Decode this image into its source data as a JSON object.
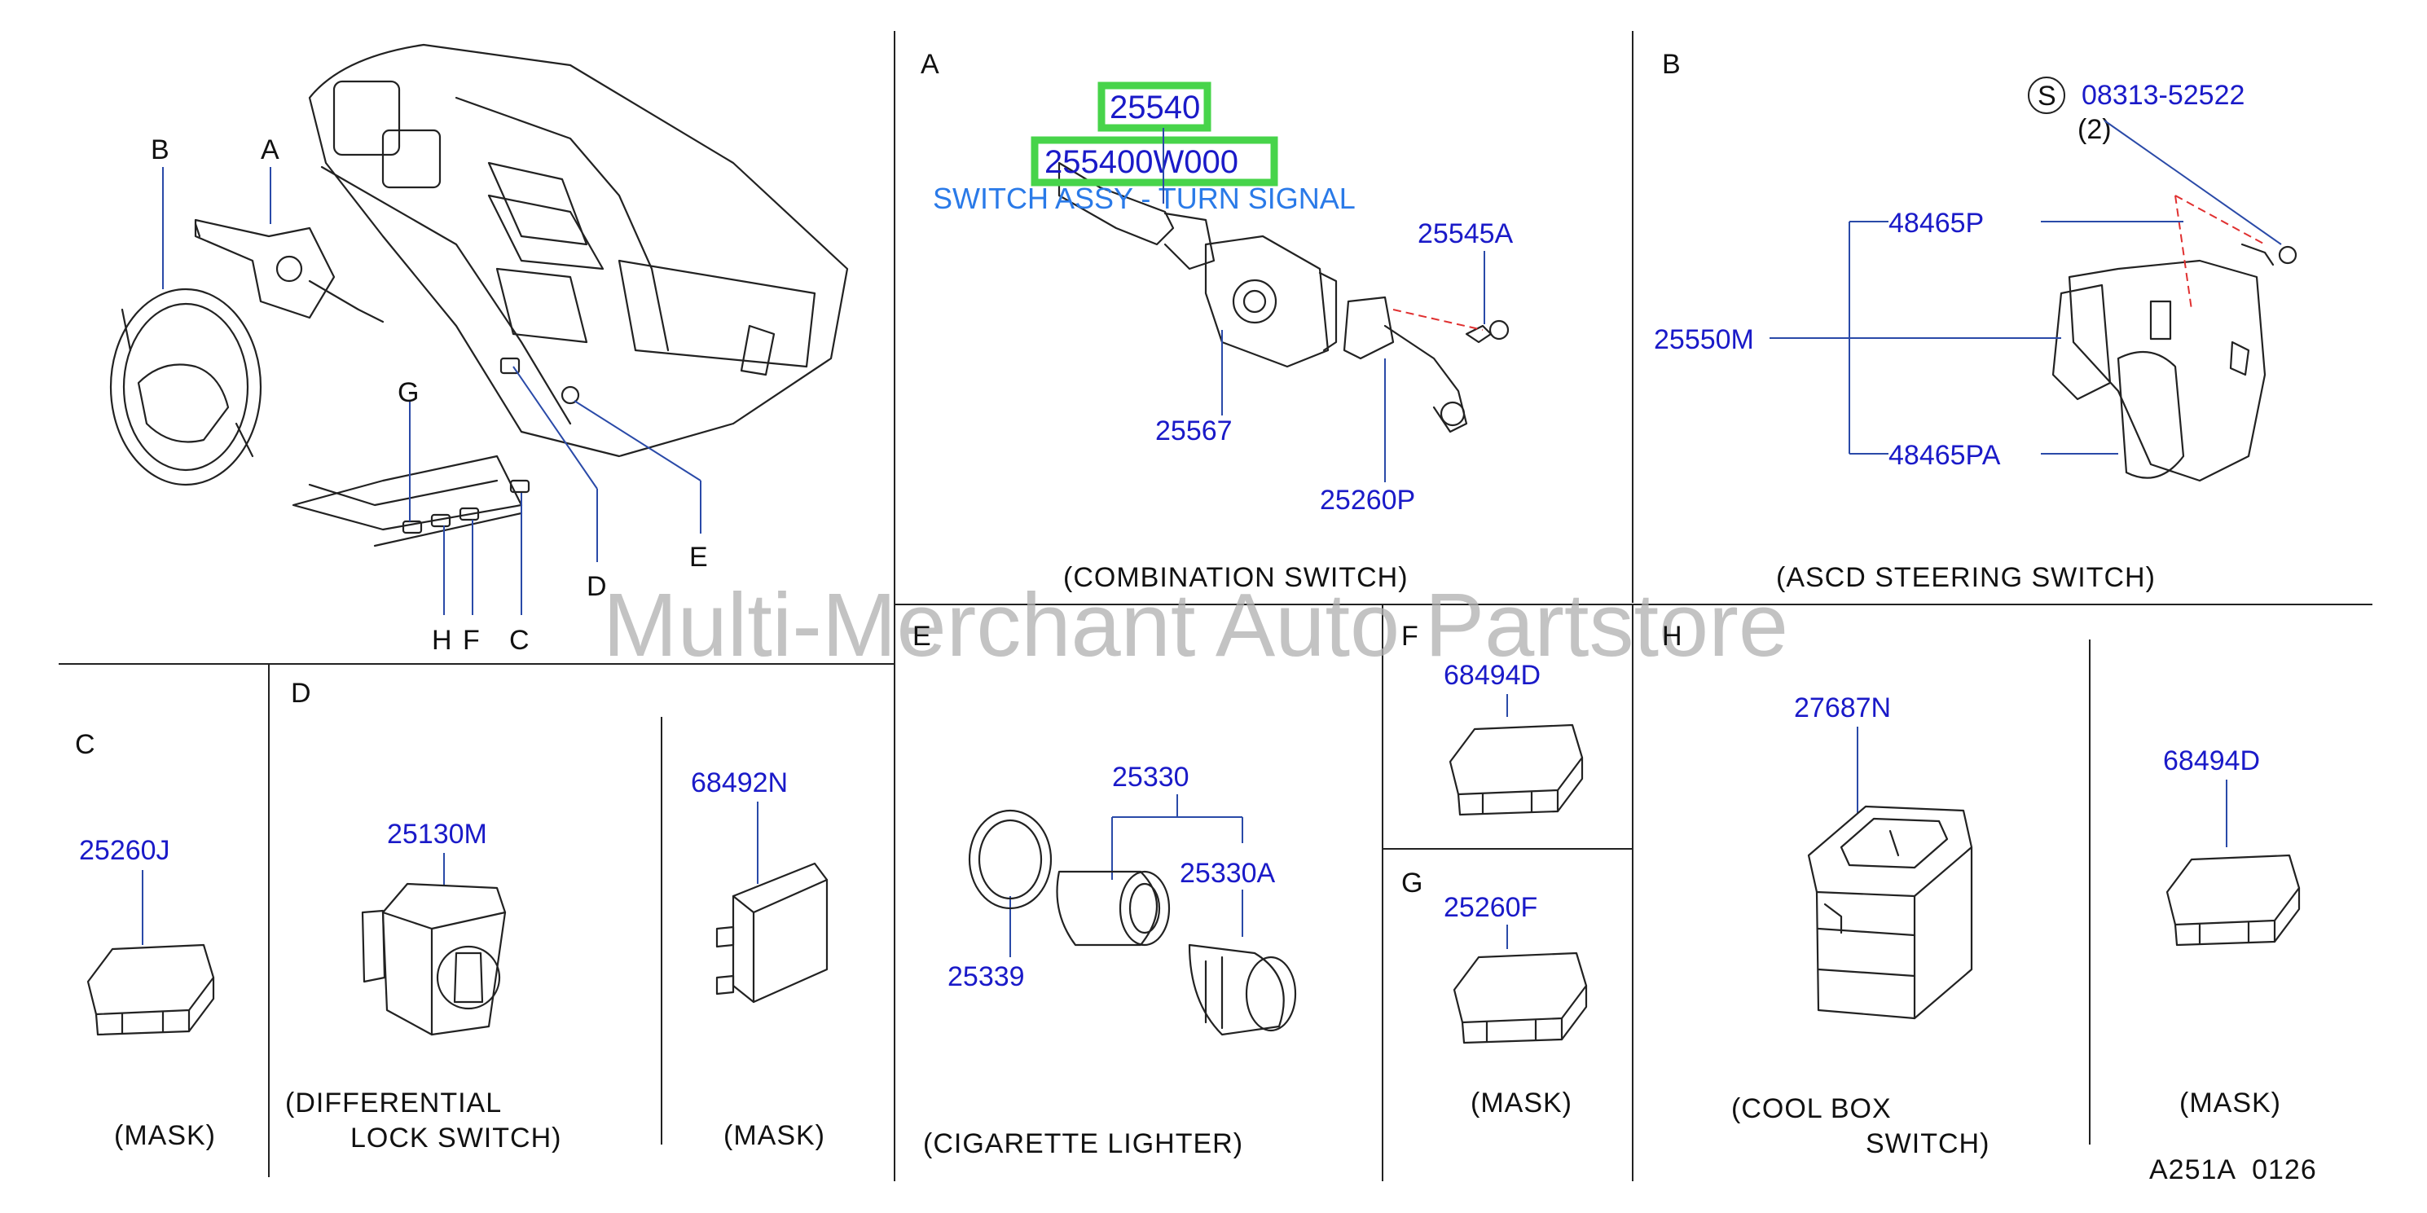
{
  "watermark": "Multi-Merchant Auto Partstore",
  "diagram_code": "A251A  0126",
  "overview": {
    "letters": {
      "a": "A",
      "b": "B",
      "c": "C",
      "d": "D",
      "e": "E",
      "f": "F",
      "g": "G",
      "h": "H"
    }
  },
  "panel_a": {
    "letter": "A",
    "caption": "(COMBINATION  SWITCH)",
    "highlight_part": "25540",
    "highlight_sku": "255400W000",
    "highlight_desc": "SWITCH ASSY - TURN SIGNAL",
    "parts": {
      "p1": "25545A",
      "p2": "25567",
      "p3": "25260P"
    }
  },
  "panel_b": {
    "letter": "B",
    "caption": "(ASCD  STEERING  SWITCH)",
    "screw_symbol": "S",
    "screw_part": "08313-52522",
    "screw_qty": "(2)",
    "parts": {
      "p1": "48465P",
      "p2": "25550M",
      "p3": "48465PA"
    }
  },
  "panel_c": {
    "letter": "C",
    "part": "25260J",
    "caption": "(MASK)"
  },
  "panel_d": {
    "letter": "D",
    "part": "25130M",
    "caption_l1": "(DIFFERENTIAL",
    "caption_l2": "LOCK  SWITCH)",
    "mask_part": "68492N",
    "mask_caption": "(MASK)"
  },
  "panel_e": {
    "letter": "E",
    "caption": "(CIGARETTE  LIGHTER)",
    "parts": {
      "p1": "25330",
      "p2": "25330A",
      "p3": "25339"
    }
  },
  "panel_f": {
    "letter": "F",
    "part": "68494D"
  },
  "panel_g": {
    "letter": "G",
    "part": "25260F",
    "caption": "(MASK)"
  },
  "panel_h": {
    "letter": "H",
    "part": "27687N",
    "caption_l1": "(COOL  BOX",
    "caption_l2": "SWITCH)",
    "mask_part": "68494D",
    "mask_caption": "(MASK)"
  }
}
